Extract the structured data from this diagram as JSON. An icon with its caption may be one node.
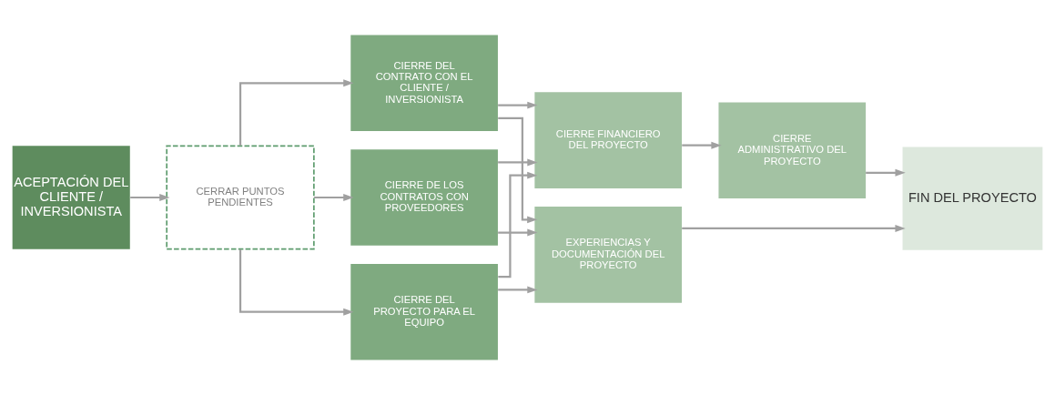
{
  "diagram": {
    "nodes": [
      {
        "text": [
          "ACEPTACIÓN DEL CLIENTE / INVERSIONISTA"
        ]
      },
      {
        "text": [
          "CERRAR PUNTOS PENDIENTES"
        ]
      },
      {
        "text": [
          "CIERRE DEL CONTRATO CON EL CLIENTE / INVERSIONISTA"
        ]
      },
      {
        "text": [
          "CIERRE DE LOS CONTRATOS CON PROVEEDORES"
        ]
      },
      {
        "text": [
          "CIERRE DEL PROYECTO PARA EL EQUIPO"
        ]
      },
      {
        "text": [
          "CIERRE FINANCIERO DEL PROYECTO"
        ]
      },
      {
        "text": [
          "CIERRE ADMINISTRATIVO DEL PROYECTO"
        ]
      },
      {
        "text": [
          "EXPERIENCIAS Y DOCUMENTACIÓN DEL PROYECTO"
        ]
      },
      {
        "text": [
          "FIN DEL PROYECTO"
        ]
      }
    ],
    "edges": [
      {
        "from": 0,
        "to": 1,
        "arrow": "to"
      },
      {
        "from": 1,
        "to": 2,
        "arrow": "to"
      },
      {
        "from": 1,
        "to": 3,
        "arrow": "to"
      },
      {
        "from": 1,
        "to": 4,
        "arrow": "to"
      },
      {
        "from": 2,
        "to": 5,
        "arrow": "to"
      },
      {
        "from": 2,
        "to": 7,
        "arrow": "to"
      },
      {
        "from": 3,
        "to": 5,
        "arrow": "to"
      },
      {
        "from": 3,
        "to": 7,
        "arrow": "to"
      },
      {
        "from": 4,
        "to": 5,
        "arrow": "to"
      },
      {
        "from": 4,
        "to": 7,
        "arrow": "to"
      },
      {
        "from": 5,
        "to": 6,
        "arrow": "to"
      },
      {
        "from": 6,
        "to": 8,
        "arrow": "to"
      },
      {
        "from": 7,
        "to": 8,
        "arrow": "to"
      }
    ]
  }
}
